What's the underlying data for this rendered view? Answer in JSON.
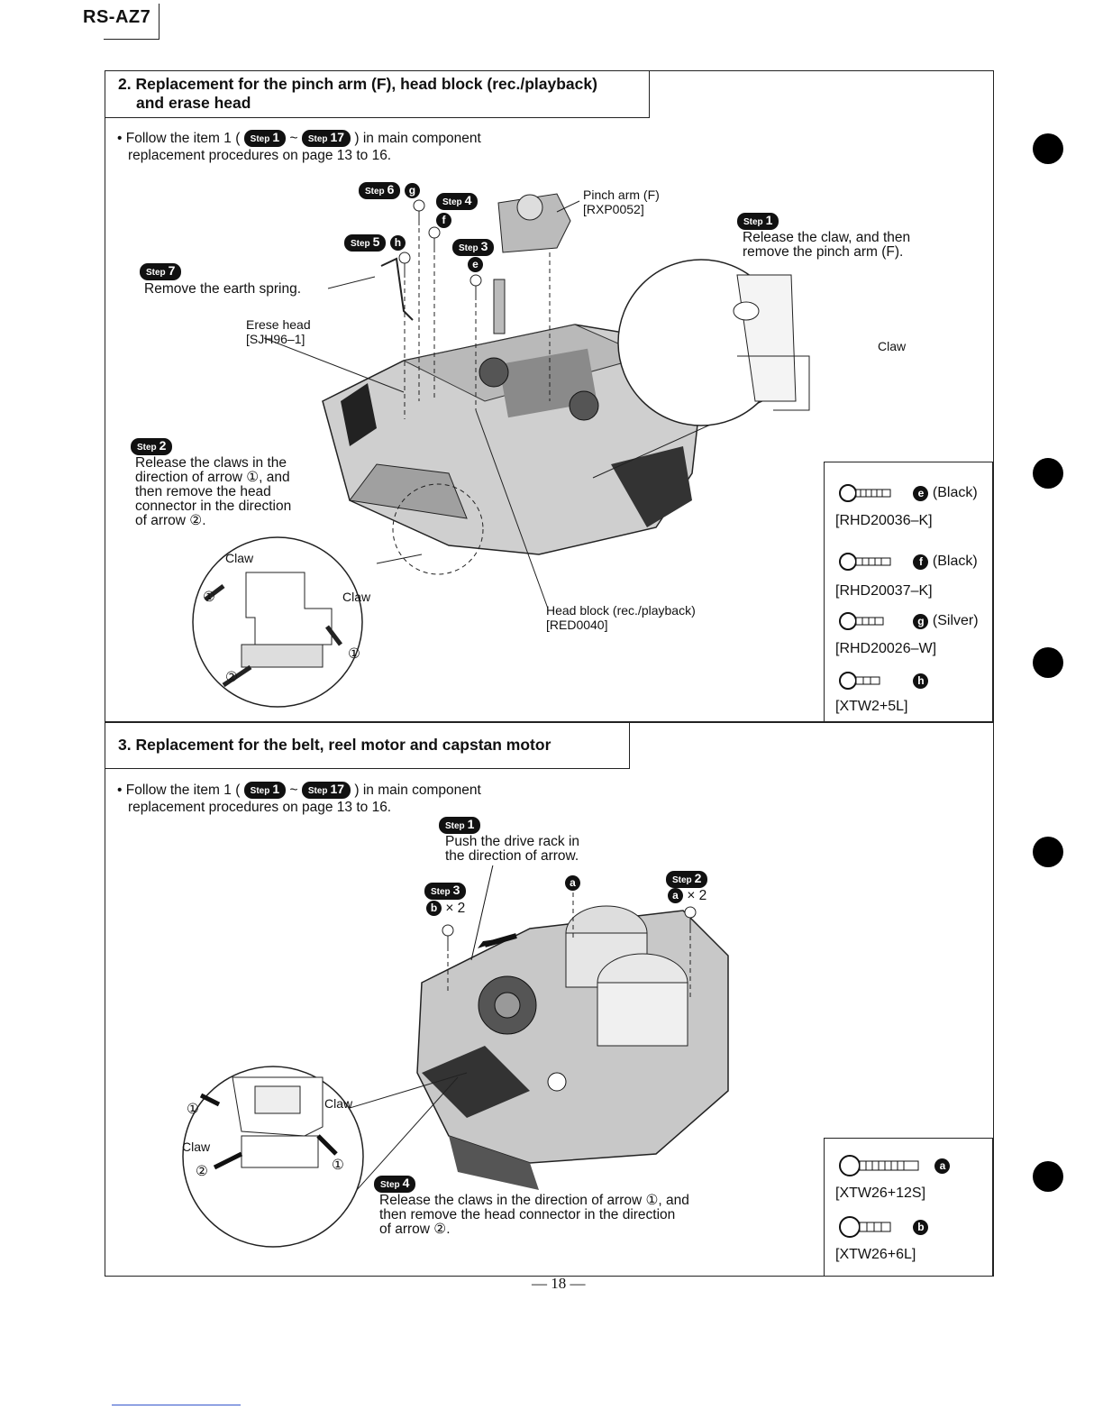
{
  "header": {
    "model": "RS-AZ7"
  },
  "section2": {
    "title_line1": "2. Replacement for the pinch arm (F), head block (rec./playback)",
    "title_line2": "and erase head",
    "follow_line1_pre": "• Follow the item 1 (",
    "follow_step_a": "1",
    "follow_tilde": "~",
    "follow_step_b": "17",
    "follow_line1_post": ") in main component",
    "follow_line2": "replacement procedures on page 13 to 16.",
    "step_word": "Step",
    "step1_num": "1",
    "step1_text_line1": "Release the claw, and then",
    "step1_text_line2": "remove the pinch arm (F).",
    "step2_num": "2",
    "step2_text_line1": "Release the claws in the",
    "step2_text_line2": "direction of arrow ①, and",
    "step2_text_line3": "then remove the head",
    "step2_text_line4": "connector in the direction",
    "step2_text_line5": "of arrow ②.",
    "step3_num": "3",
    "step3_letter": "e",
    "step4_num": "4",
    "step4_letter": "f",
    "step5_num": "5",
    "step5_letter": "h",
    "step6_num": "6",
    "step6_letter": "g",
    "step7_num": "7",
    "step7_text": "Remove the earth spring.",
    "pinch_arm_label": "Pinch arm (F)",
    "pinch_arm_part": "[RXP0052]",
    "erase_head_label": "Erese head",
    "erase_head_part": "[SJH96–1]",
    "head_block_label": "Head block (rec./playback)",
    "head_block_part": "[RED0040]",
    "claw": "Claw",
    "arrow1": "①",
    "arrow2": "②",
    "screws": [
      {
        "letter": "e",
        "color": "(Black)",
        "part": "[RHD20036–K]"
      },
      {
        "letter": "f",
        "color": "(Black)",
        "part": "[RHD20037–K]"
      },
      {
        "letter": "g",
        "color": "(Silver)",
        "part": "[RHD20026–W]"
      },
      {
        "letter": "h",
        "color": "",
        "part": "[XTW2+5L]"
      }
    ]
  },
  "section3": {
    "title": "3. Replacement for the belt, reel motor and capstan motor",
    "follow_line1_pre": "• Follow the item 1 (",
    "follow_step_a": "1",
    "follow_tilde": "~",
    "follow_step_b": "17",
    "follow_line1_post": ") in main component",
    "follow_line2": "replacement procedures on page 13 to 16.",
    "step_word": "Step",
    "step1_num": "1",
    "step1_text_line1": "Push the drive rack in",
    "step1_text_line2": "the direction of arrow.",
    "step2_num": "2",
    "step2_qty": "a × 2",
    "step2_letter": "a",
    "step2_times": "× 2",
    "step3_num": "3",
    "step3_letter": "b",
    "step3_times": "× 2",
    "step4_num": "4",
    "step4_text_line1": "Release the claws in the direction of arrow ①, and",
    "step4_text_line2": "then remove the head connector in the direction",
    "step4_text_line3": "of arrow ②.",
    "screw_a_letter": "a",
    "claw": "Claw",
    "arrow1": "①",
    "arrow2": "②",
    "screws": [
      {
        "letter": "a",
        "part": "[XTW26+12S]"
      },
      {
        "letter": "b",
        "part": "[XTW26+6L]"
      }
    ]
  },
  "footer": {
    "page": "— 18 —"
  }
}
